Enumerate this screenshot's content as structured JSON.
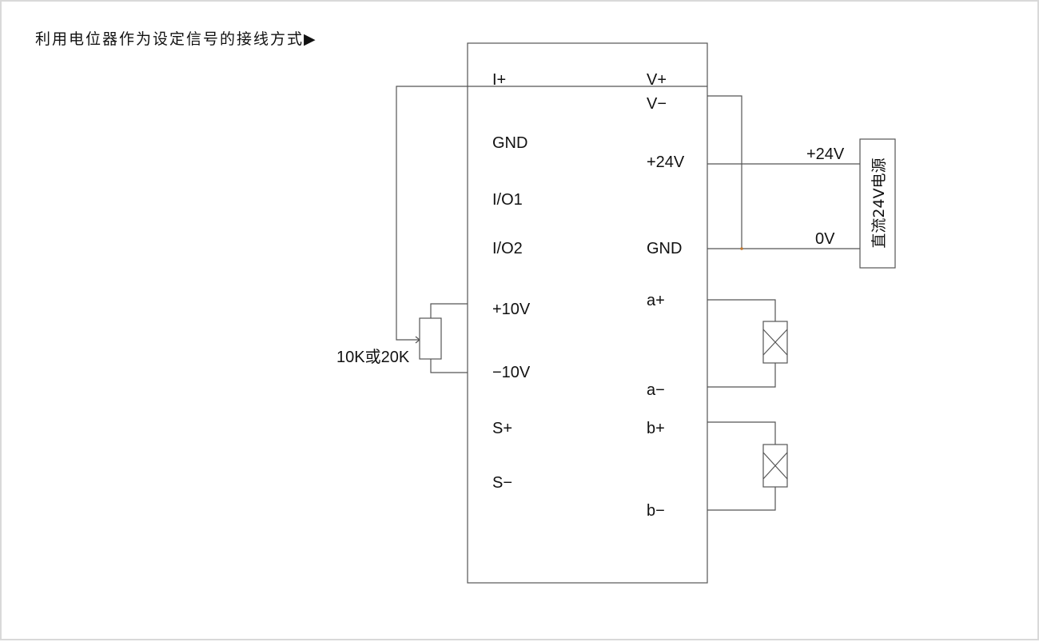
{
  "title": "利用电位器作为设定信号的接线方式▶",
  "left_terminals": [
    "I+",
    "GND",
    "I/O1",
    "I/O2",
    "+10V",
    "−10V",
    "S+",
    "S−"
  ],
  "right_terminals": [
    "V+",
    "V−",
    "+24V",
    "GND",
    "a+",
    "a−",
    "b+",
    "b−"
  ],
  "potentiometer_label": "10K或20K",
  "power_supply": {
    "label": "直流24V电源",
    "positive_label": "+24V",
    "zero_label": "0V"
  },
  "colors": {
    "line": "#555555",
    "text": "#111111",
    "junction": "#c07830"
  }
}
